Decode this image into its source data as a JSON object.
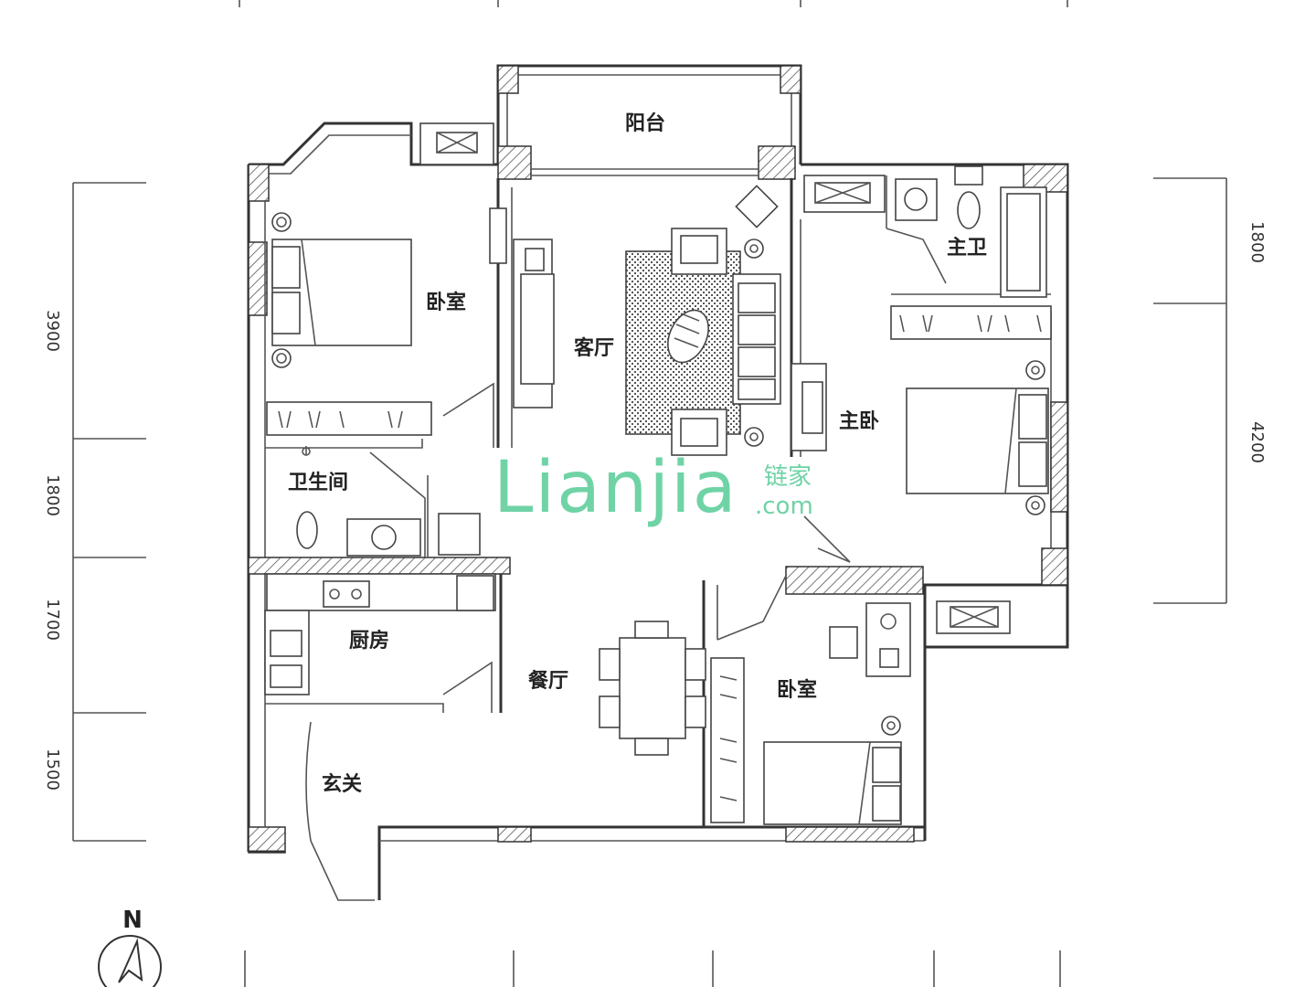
{
  "rooms": {
    "balcony": "阳台",
    "bedroom_nw": "卧室",
    "living": "客厅",
    "master_bath": "主卫",
    "master_bedroom": "主卧",
    "bathroom": "卫生间",
    "kitchen": "厨房",
    "dining": "餐厅",
    "bedroom_s": "卧室",
    "entrance": "玄关"
  },
  "dimensions_left": [
    "3900",
    "1800",
    "1700",
    "1500"
  ],
  "dimensions_right": [
    "1800",
    "4200"
  ],
  "compass": {
    "label": "N"
  },
  "watermark": {
    "brand": "Lianjia",
    "cn": "链家",
    "domain": ".com",
    "color": "#6fd3a6"
  },
  "colors": {
    "line": "#333333",
    "background": "#ffffff"
  }
}
